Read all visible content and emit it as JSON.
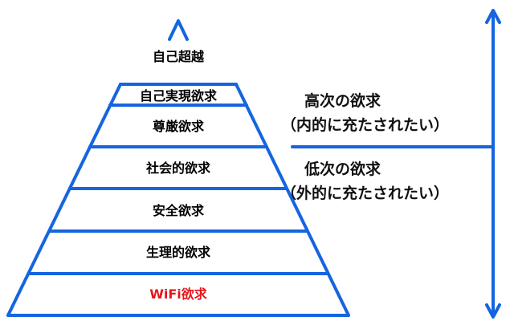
{
  "pyramid": {
    "line_color": "#1565e0",
    "levels": [
      {
        "label": "自己超越",
        "color": "#000000"
      },
      {
        "label": "自己実現欲求",
        "color": "#000000"
      },
      {
        "label": "尊厳欲求",
        "color": "#000000"
      },
      {
        "label": "社会的欲求",
        "color": "#000000"
      },
      {
        "label": "安全欲求",
        "color": "#000000"
      },
      {
        "label": "生理的欲求",
        "color": "#000000"
      },
      {
        "label": "WiFi欲求",
        "color": "#e4161c"
      }
    ]
  },
  "higher": {
    "title": "高次の欲求",
    "subtitle": "（内的に充たされたい）"
  },
  "lower": {
    "title": "低次の欲求",
    "subtitle": "（外的に充たされたい）"
  }
}
